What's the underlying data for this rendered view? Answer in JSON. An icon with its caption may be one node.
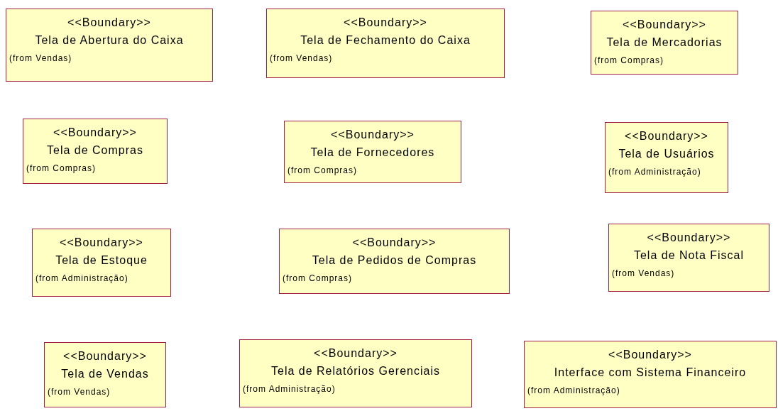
{
  "diagram": {
    "nodes": [
      {
        "text": [
          "<<Boundary>>",
          "Tela de Abertura do Caixa",
          "(from Vendas)"
        ]
      },
      {
        "text": [
          "<<Boundary>>",
          "Tela de Fechamento do Caixa",
          "(from Vendas)"
        ]
      },
      {
        "text": [
          "<<Boundary>>",
          "Tela de Mercadorias",
          "(from Compras)"
        ]
      },
      {
        "text": [
          "<<Boundary>>",
          "Tela de Compras",
          "(from Compras)"
        ]
      },
      {
        "text": [
          "<<Boundary>>",
          "Tela de Fornecedores",
          "(from Compras)"
        ]
      },
      {
        "text": [
          "<<Boundary>>",
          "Tela de Usuários",
          "(from Administração)"
        ]
      },
      {
        "text": [
          "<<Boundary>>",
          "Tela de Estoque",
          "(from Administração)"
        ]
      },
      {
        "text": [
          "<<Boundary>>",
          "Tela de Pedidos de Compras",
          "(from Compras)"
        ]
      },
      {
        "text": [
          "<<Boundary>>",
          "Tela de Nota Fiscal",
          "(from Vendas)"
        ]
      },
      {
        "text": [
          "<<Boundary>>",
          "Tela de Vendas",
          "(from Vendas)"
        ]
      },
      {
        "text": [
          "<<Boundary>>",
          "Tela de Relatórios Gerenciais",
          "(from Administração)"
        ]
      },
      {
        "text": [
          "<<Boundary>>",
          "Interface com Sistema Financeiro",
          "(from Administração)"
        ]
      }
    ],
    "edges": []
  }
}
